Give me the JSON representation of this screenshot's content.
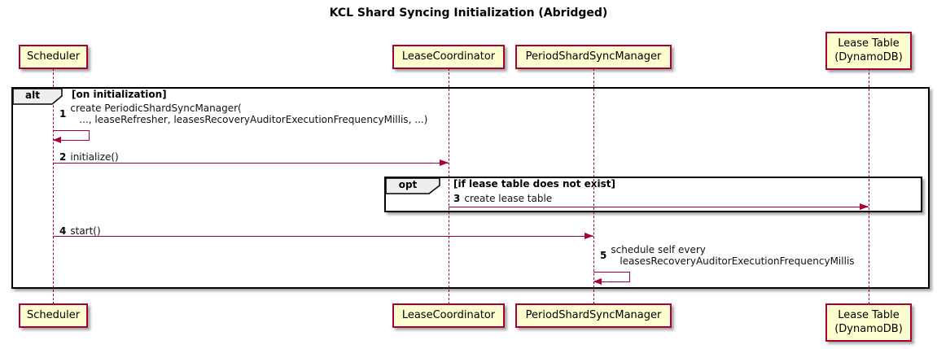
{
  "title": "KCL Shard Syncing Initialization (Abridged)",
  "participants": [
    {
      "name": "Scheduler"
    },
    {
      "name": "LeaseCoordinator"
    },
    {
      "name": "PeriodShardSyncManager"
    },
    {
      "name": "Lease Table",
      "name2": "(DynamoDB)"
    }
  ],
  "frames": {
    "alt": {
      "label": "alt",
      "condition": "[on initialization]"
    },
    "opt": {
      "label": "opt",
      "condition": "[if lease table does not exist]"
    }
  },
  "messages": [
    {
      "num": "1",
      "from": "Scheduler",
      "to": "Scheduler",
      "line1": "create PeriodicShardSyncManager(",
      "line2": "..., leaseRefresher, leasesRecoveryAuditorExecutionFrequencyMillis, ...)"
    },
    {
      "num": "2",
      "from": "Scheduler",
      "to": "LeaseCoordinator",
      "text": "initialize()"
    },
    {
      "num": "3",
      "from": "LeaseCoordinator",
      "to": "Lease Table (DynamoDB)",
      "text": "create lease table"
    },
    {
      "num": "4",
      "from": "Scheduler",
      "to": "PeriodShardSyncManager",
      "text": "start()"
    },
    {
      "num": "5",
      "from": "PeriodShardSyncManager",
      "to": "PeriodShardSyncManager",
      "line1": "schedule self every",
      "line2": "leasesRecoveryAuditorExecutionFrequencyMillis"
    }
  ],
  "colors": {
    "participant_fill": "#FEFECE",
    "participant_border": "#A80036",
    "arrow": "#A80036",
    "frame_border": "#000000",
    "frame_label_fill": "#EEEEEE"
  }
}
